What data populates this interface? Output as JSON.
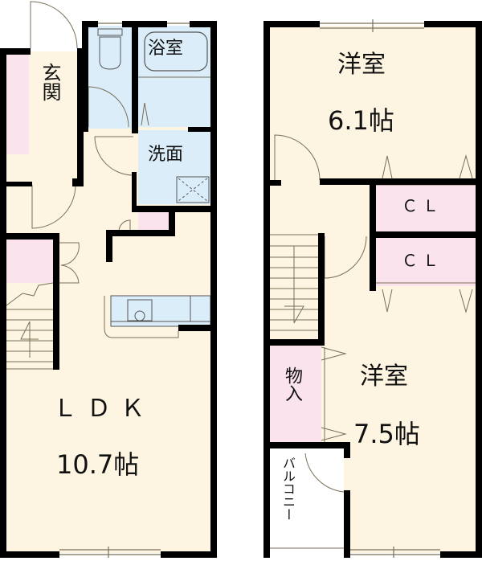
{
  "colors": {
    "wall": "#000000",
    "floor": "#fdf5e1",
    "wet_area": "#dcedfa",
    "storage": "#fbe3ee",
    "balcony": "#ffffff",
    "fixture_line": "#7a6e58"
  },
  "first_floor": {
    "rooms": {
      "genkan": "玄関",
      "bathroom": "浴室",
      "washroom": "洗面",
      "ldk_name": "ＬＤＫ",
      "ldk_size": "10.7帖"
    },
    "stair_mark": "4"
  },
  "second_floor": {
    "rooms": {
      "western_room_1_name": "洋室",
      "western_room_1_size": "6.1帖",
      "closet_1": "ＣＬ",
      "closet_2": "ＣＬ",
      "western_room_2_name": "洋室",
      "western_room_2_size": "7.5帖",
      "storage": "物入",
      "balcony": "バルコニー"
    }
  }
}
